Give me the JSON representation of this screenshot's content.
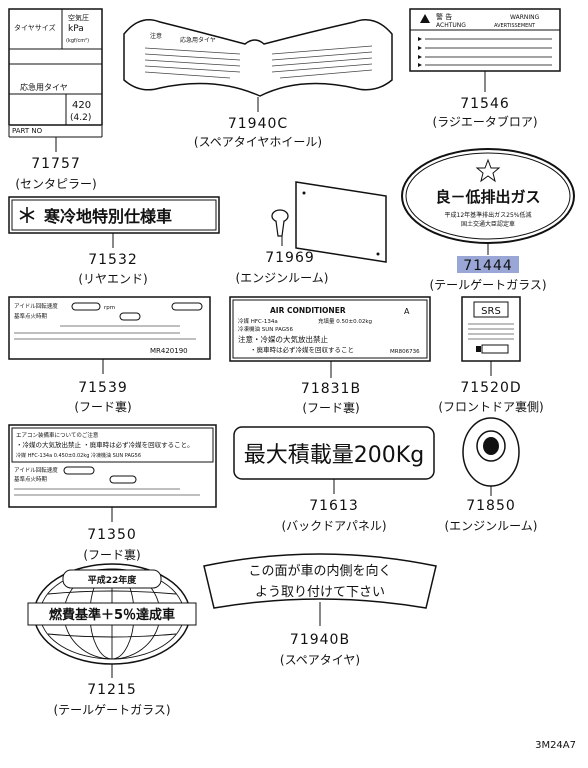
{
  "diagram_code": "3M24A7",
  "parts": {
    "p71757": {
      "number": "71757",
      "caption": "(センタピラー)",
      "t1": "タイヤサイズ",
      "t2a": "空気圧",
      "t2b": "kPa",
      "t2c": "(kgf/cm²)",
      "t3": "応急用タイヤ",
      "t4a": "420",
      "t4b": "(4.2)",
      "t5": "PART NO"
    },
    "p71940c": {
      "number": "71940C",
      "caption": "(スペアタイヤホイール)",
      "t1": "注意",
      "t2": "応急用タイヤ"
    },
    "p71546": {
      "number": "71546",
      "caption": "(ラジエータブロア)",
      "t1": "警 告",
      "t2": "WARNING",
      "t3": "ACHTUNG",
      "t4": "AVERTISSEMENT"
    },
    "p71532": {
      "number": "71532",
      "caption": "(リヤエンド)",
      "t1": "寒冷地特別仕様車"
    },
    "p71969": {
      "number": "71969",
      "caption": "(エンジンルーム)"
    },
    "p71444": {
      "number": "71444",
      "caption": "(テールゲートガラス)",
      "t1": "良－低排出ガス",
      "t2": "平成12年基準排出ガス25%低減",
      "t3": "国土交通大臣認定車",
      "highlight_color": "#9aa6d6"
    },
    "p71539": {
      "number": "71539",
      "caption": "(フード裏)",
      "t1": "アイドル回転速度",
      "t2": "rpm",
      "t3": "基準点火時期",
      "t4": "MR420190"
    },
    "p71831b": {
      "number": "71831B",
      "caption": "(フード裏)",
      "t1": "AIR CONDITIONER",
      "t2": "A",
      "t3": "冷媒 HFC-134a",
      "t4": "充填量 0.50±0.02kg",
      "t5": "冷凍機油 SUN PAG56",
      "t6": "注意・冷媒の大気放出禁止",
      "t7": "・廃車時は必ず冷媒を回収すること",
      "t8": "MR806736"
    },
    "p71520d": {
      "number": "71520D",
      "caption": "(フロントドア裏側)",
      "t1": "SRS"
    },
    "p71350": {
      "number": "71350",
      "caption": "(フード裏)",
      "t1": "エアコン装備車についてのご注意",
      "t2": "・冷媒の大気放出禁止 ・廃車時は必ず冷媒を回収すること。",
      "t3": "冷媒 HFC-134a 0.450±0.02kg 冷凍機油 SUN PAG56",
      "t4": "アイドル回転速度",
      "t5": "基準点火時期"
    },
    "p71613": {
      "number": "71613",
      "caption": "(バックドアパネル)",
      "t1": "最大積載量200Kg"
    },
    "p71850": {
      "number": "71850",
      "caption": "(エンジンルーム)"
    },
    "p71215": {
      "number": "71215",
      "caption": "(テールゲートガラス)",
      "t1": "平成22年度",
      "t2": "燃費基準＋5％達成車"
    },
    "p71940b": {
      "number": "71940B",
      "caption": "(スペアタイヤ)",
      "t1": "この面が車の内側を向く",
      "t2": "よう取り付けて下さい"
    }
  }
}
